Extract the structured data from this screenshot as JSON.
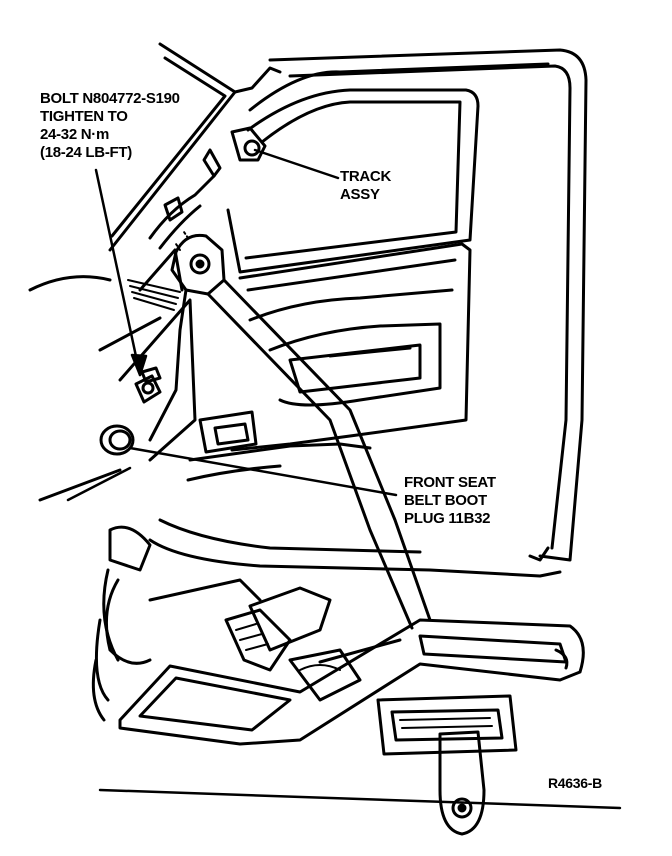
{
  "labels": {
    "bolt": {
      "line1": "BOLT N804772-S190",
      "line2": "TIGHTEN TO",
      "line3": "24-32 N·m",
      "line4": "(18-24 LB-FT)"
    },
    "track": {
      "line1": "TRACK",
      "line2": "ASSY"
    },
    "boot": {
      "line1": "FRONT SEAT",
      "line2": "BELT BOOT",
      "line3": "PLUG 11B32"
    }
  },
  "figure_code": "R4636-B"
}
